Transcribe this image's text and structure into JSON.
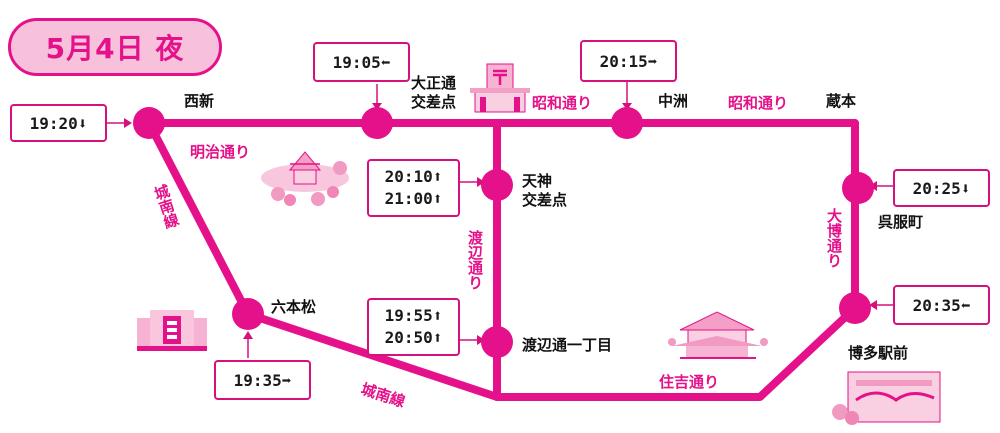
{
  "title": "5月4日 夜",
  "colors": {
    "route": "#e5118a",
    "badge_fill": "#f7c1dc",
    "box_border": "#d6107d"
  },
  "times": {
    "seishin": "19:20⬇",
    "daisho": "19:05⬅",
    "nakasu": "20:15➡",
    "gofuku": "20:25⬇",
    "tenjin_1": "20:10⬆",
    "tenjin_2": "21:00⬆",
    "watanabe_1": "19:55⬆",
    "watanabe_2": "20:50⬆",
    "hakata": "20:35⬅",
    "ropponmatsu": "19:35➡"
  },
  "places": {
    "seishin": "西新",
    "daisho_1": "大正通",
    "daisho_2": "交差点",
    "nakasu": "中洲",
    "kuramoto": "蔵本",
    "tenjin_1": "天神",
    "tenjin_2": "交差点",
    "gofuku": "呉服町",
    "ropponmatsu": "六本松",
    "watanabe": "渡辺通一丁目",
    "hakata": "博多駅前"
  },
  "roads": {
    "meiji": "明治通り",
    "showa_1": "昭和通り",
    "showa_2": "昭和通り",
    "jonan_v": "城南線",
    "jonan_h": "城南線",
    "watanabe": "渡辺通り",
    "daihaku": "大博通り",
    "sumiyoshi": "住吉通り"
  },
  "icons": [
    "post-office-icon",
    "castle-park-icon",
    "stadium-icon",
    "shrine-icon",
    "station-icon"
  ]
}
